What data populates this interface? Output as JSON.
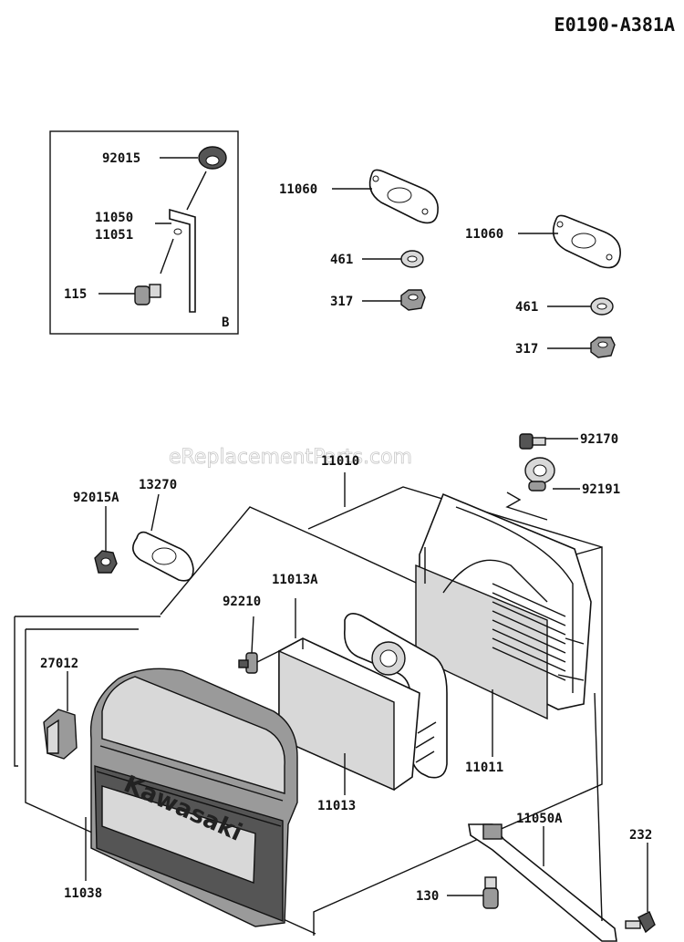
{
  "diagram_code": "E0190-A381A",
  "watermark": "eReplacementParts.com",
  "inset_letter": "B",
  "logo_text": "Kawasaki",
  "labels": {
    "p92015": "92015",
    "p11050": "11050",
    "p11051": "11051",
    "p115": "115",
    "p11060a": "11060",
    "p461a": "461",
    "p317a": "317",
    "p11060b": "11060",
    "p461b": "461",
    "p317b": "317",
    "p92170": "92170",
    "p92191": "92191",
    "p11010": "11010",
    "p13270": "13270",
    "p92015A": "92015A",
    "p11013A": "11013A",
    "p92210": "92210",
    "p27012": "27012",
    "p11011": "11011",
    "p11013": "11013",
    "p11050A": "11050A",
    "p232": "232",
    "p130": "130",
    "p11038": "11038"
  }
}
